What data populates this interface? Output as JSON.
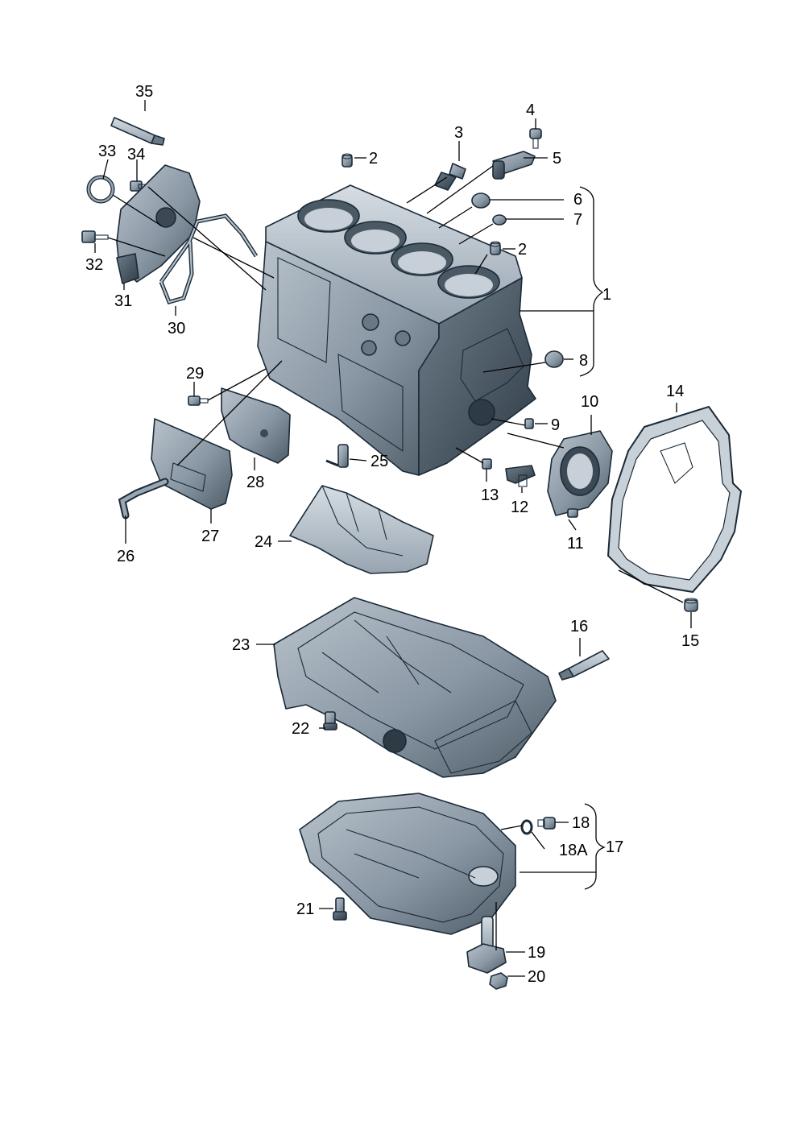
{
  "diagram": {
    "colors": {
      "part_fill": "#8a97a4",
      "part_light": "#b9c3cc",
      "part_dark": "#3e4c58",
      "part_edge": "#1a2a38",
      "background": "#ffffff"
    },
    "labels": {
      "p1": "1",
      "p2": "2",
      "p2b": "2",
      "p3": "3",
      "p4": "4",
      "p5": "5",
      "p6": "6",
      "p7": "7",
      "p8": "8",
      "p9": "9",
      "p10": "10",
      "p11": "11",
      "p12": "12",
      "p13": "13",
      "p14": "14",
      "p15": "15",
      "p16": "16",
      "p17": "17",
      "p18": "18",
      "p18a": "18A",
      "p19": "19",
      "p20": "20",
      "p21": "21",
      "p22": "22",
      "p23": "23",
      "p24": "24",
      "p25": "25",
      "p26": "26",
      "p27": "27",
      "p28": "28",
      "p29": "29",
      "p30": "30",
      "p31": "31",
      "p32": "32",
      "p33": "33",
      "p34": "34",
      "p35": "35"
    }
  }
}
